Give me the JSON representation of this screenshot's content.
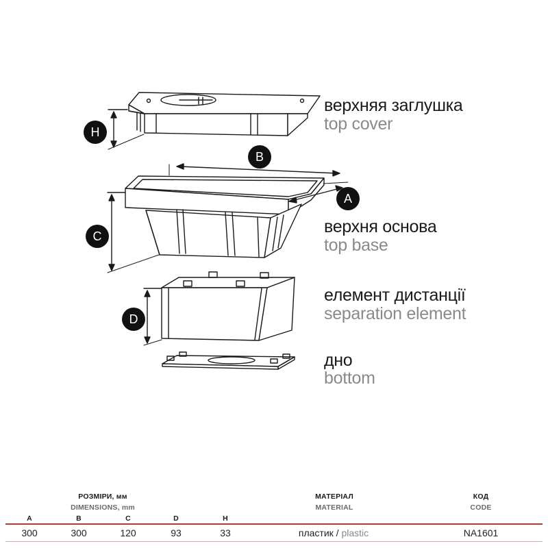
{
  "parts": [
    {
      "uk": "верхняя заглушка",
      "en": "top cover"
    },
    {
      "uk": "верхня основа",
      "en": "top base"
    },
    {
      "uk": "елемент дистанції",
      "en": "separation element"
    },
    {
      "uk": "дно",
      "en": "bottom"
    }
  ],
  "dimension_badges": {
    "h": "H",
    "b": "B",
    "a": "A",
    "c": "C",
    "d": "D"
  },
  "table": {
    "dimensions_uk": "РОЗМІРИ, мм",
    "dimensions_en": "DIMENSIONS, mm",
    "material_uk": "МАТЕРІАЛ",
    "material_en": "MATERIAL",
    "code_uk": "КОД",
    "code_en": "CODE",
    "columns": [
      "A",
      "B",
      "C",
      "D",
      "H"
    ],
    "values": [
      "300",
      "300",
      "120",
      "93",
      "33"
    ],
    "material_value_uk": "пластик",
    "material_sep": "/",
    "material_value_en": "plastic",
    "code_value": "NA1601"
  },
  "colors": {
    "line": "#1a1a1a",
    "accent_red": "#c0392b",
    "grey_text": "#8a8a8a"
  }
}
